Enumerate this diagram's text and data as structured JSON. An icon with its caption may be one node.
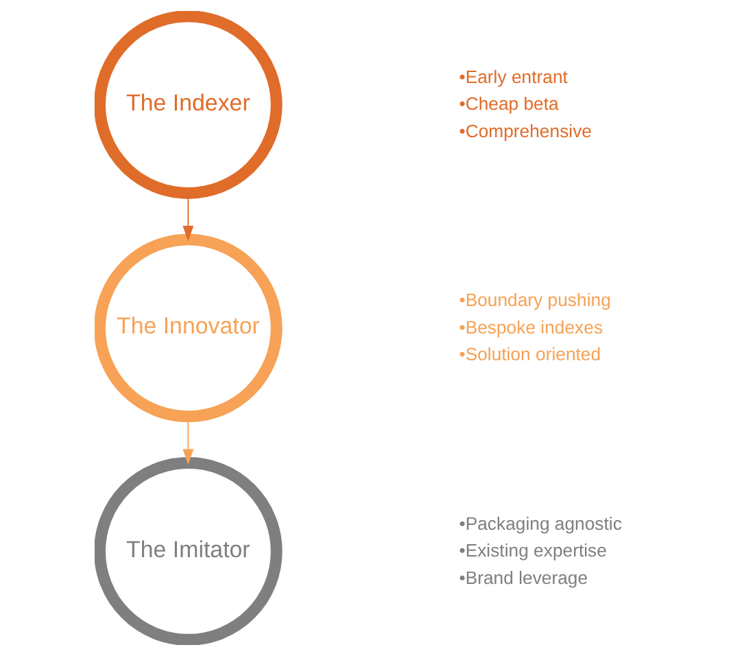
{
  "diagram": {
    "nodes": [
      {
        "text": [
          "The Indexer"
        ],
        "beside": [
          "•Early entrant",
          "•Cheap beta",
          "•Comprehensive"
        ]
      },
      {
        "text": [
          "The Innovator"
        ],
        "beside": [
          "•Boundary pushing",
          "•Bespoke indexes",
          "•Solution oriented"
        ]
      },
      {
        "text": [
          "The Imitator"
        ],
        "beside": [
          "•Packaging agnostic",
          "•Existing expertise",
          "•Brand leverage"
        ]
      }
    ],
    "edges": [
      {
        "from": 0,
        "to": 1,
        "arrow": "to",
        "color": "#e06c2a"
      },
      {
        "from": 1,
        "to": 2,
        "arrow": "to",
        "color": "#f7a256"
      }
    ]
  }
}
